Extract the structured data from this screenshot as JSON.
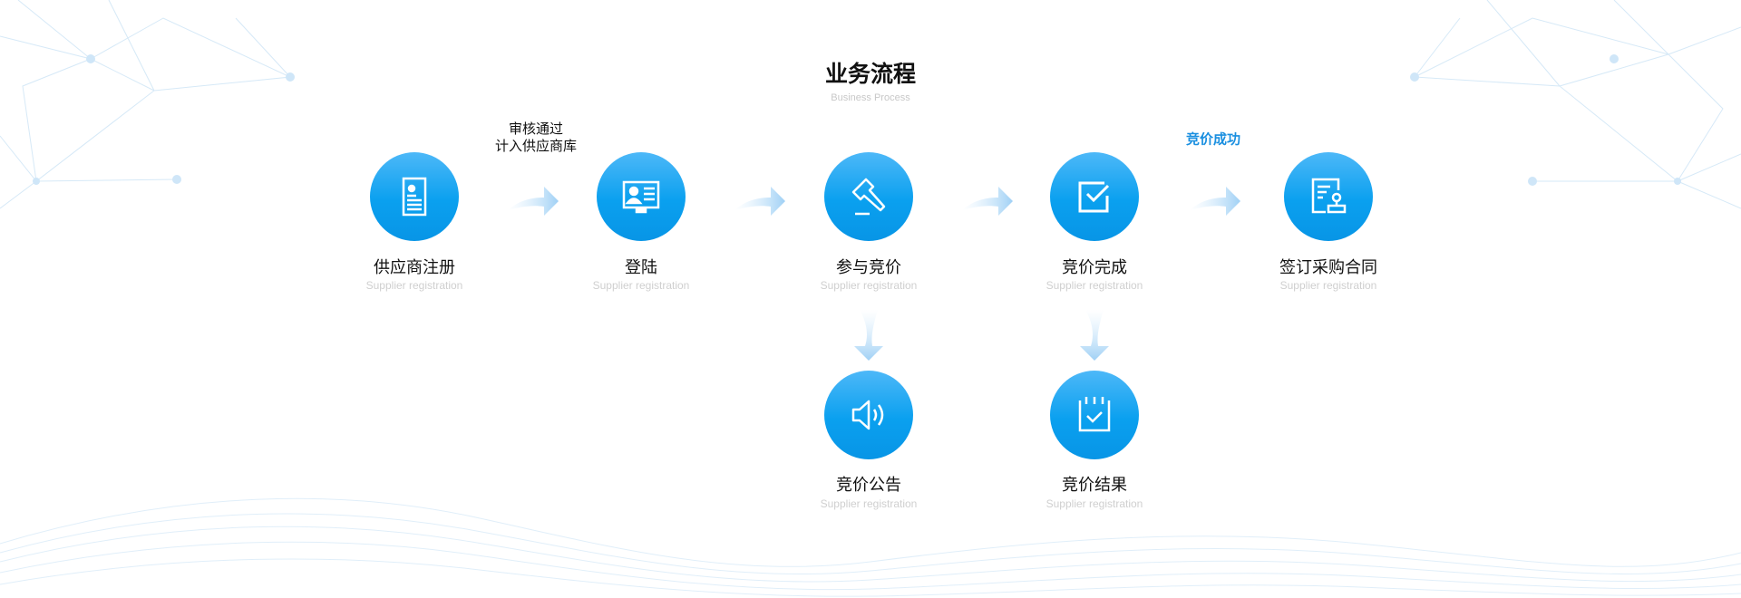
{
  "header": {
    "title": "业务流程",
    "subtitle": "Business Process"
  },
  "annotations": {
    "approval_line1": "审核通过",
    "approval_line2": "计入供应商库",
    "success": "竞价成功"
  },
  "steps": [
    {
      "label": "供应商注册",
      "sub": "Supplier registration",
      "icon": "document-user-icon"
    },
    {
      "label": "登陆",
      "sub": "Supplier registration",
      "icon": "id-card-monitor-icon"
    },
    {
      "label": "参与竞价",
      "sub": "Supplier registration",
      "icon": "gavel-icon"
    },
    {
      "label": "竞价完成",
      "sub": "Supplier registration",
      "icon": "checkbox-icon"
    },
    {
      "label": "签订采购合同",
      "sub": "Supplier registration",
      "icon": "contract-stamp-icon"
    },
    {
      "label": "竞价公告",
      "sub": "Supplier registration",
      "icon": "speaker-icon"
    },
    {
      "label": "竞价结果",
      "sub": "Supplier registration",
      "icon": "clipboard-check-icon"
    }
  ],
  "colors": {
    "accent": "#0aa0ef",
    "success_text": "#1a8fe0",
    "arrow": "#a9d6f7"
  }
}
